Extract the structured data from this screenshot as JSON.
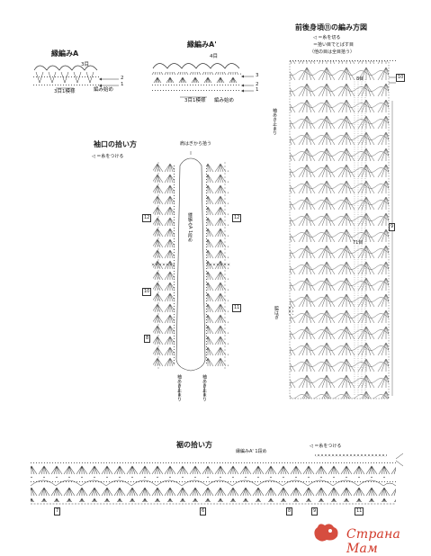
{
  "edging_a": {
    "title": "縁編みA",
    "row_label": "3目",
    "repeat_label": "3目1模様",
    "start_label": "編み始め",
    "row_numbers": [
      "2",
      "1"
    ]
  },
  "edging_a_prime": {
    "title": "縁編みA'",
    "row_label": "4目",
    "repeat_label": "3目1模様",
    "start_label": "編み始め",
    "row_numbers": [
      "3",
      "2",
      "1"
    ]
  },
  "body_diagram": {
    "title": "前後身頃⑪の編み方図",
    "legend": [
      "◁ ＝糸を切る",
      "＝拾い目でとばす目",
      "（他の目は全目拾う）"
    ],
    "stitch_count_top": "8目",
    "stitch_count_mid": "71目",
    "armhole_label": "袖あき止まり",
    "side_label": "脇はぎ",
    "box_top": "10",
    "box_mid": "9"
  },
  "sleeve_pickup": {
    "title": "袖口の拾い方",
    "legend": "◁ ＝糸をつける",
    "shoulder_label": "肩はぎから拾う",
    "edging_label": "縁編みA 1段め",
    "armhole_left": "袖あき止まり",
    "armhole_right": "袖あき止まり",
    "boxes_left": [
      "12",
      "10",
      "8"
    ],
    "boxes_right": [
      "12",
      "11"
    ]
  },
  "hem_pickup": {
    "title": "裾の拾い方",
    "edging_label": "縁編みA' 1段め",
    "legend": "◁ ＝糸をつける",
    "boxes": [
      "7",
      "6",
      "8",
      "9",
      "11"
    ]
  },
  "watermark": "Страна Мам"
}
